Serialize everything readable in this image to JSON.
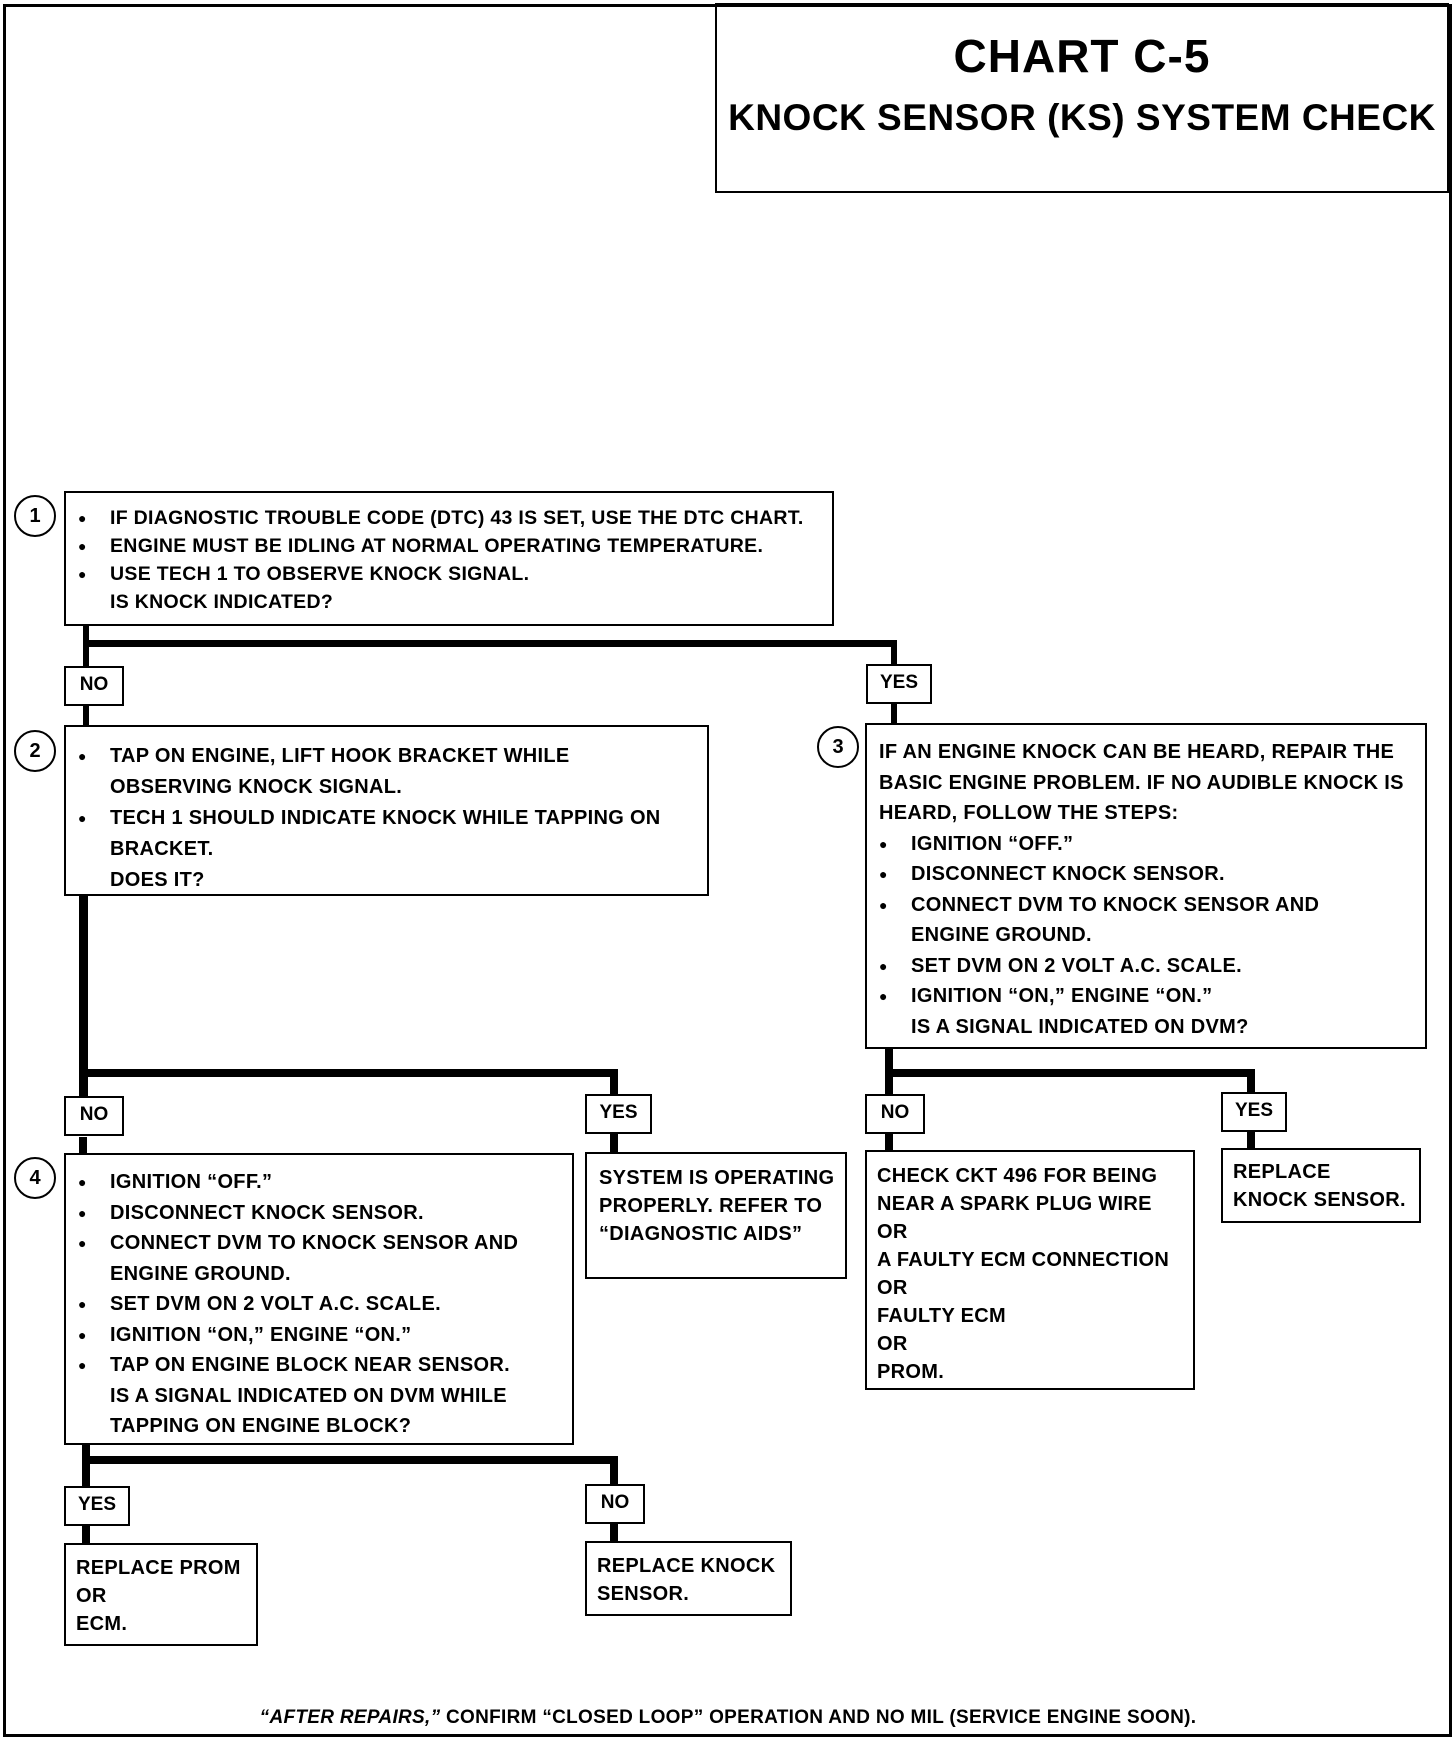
{
  "title": {
    "line1": "CHART C-5",
    "line2": "KNOCK SENSOR (KS) SYSTEM CHECK"
  },
  "steps": {
    "s1": {
      "num": "1",
      "bullets": [
        "IF DIAGNOSTIC TROUBLE CODE (DTC) 43 IS SET, USE THE DTC CHART.",
        "ENGINE MUST BE IDLING AT NORMAL OPERATING TEMPERATURE.",
        "USE TECH 1 TO OBSERVE KNOCK SIGNAL."
      ],
      "question": "IS KNOCK INDICATED?"
    },
    "s2": {
      "num": "2",
      "bullets": [
        "TAP ON ENGINE, LIFT HOOK BRACKET WHILE OBSERVING KNOCK SIGNAL.",
        "TECH 1 SHOULD INDICATE KNOCK WHILE TAPPING ON BRACKET."
      ],
      "question": "DOES IT?"
    },
    "s3": {
      "num": "3",
      "intro": "IF AN ENGINE KNOCK CAN BE HEARD, REPAIR THE BASIC ENGINE PROBLEM.  IF NO AUDIBLE KNOCK IS HEARD, FOLLOW THE STEPS:",
      "bullets": [
        "IGNITION “OFF.”",
        "DISCONNECT KNOCK SENSOR.",
        "CONNECT DVM TO KNOCK SENSOR AND ENGINE GROUND.",
        "SET DVM ON 2 VOLT A.C. SCALE.",
        "IGNITION “ON,” ENGINE “ON.”"
      ],
      "question": "IS A SIGNAL INDICATED ON DVM?"
    },
    "s4": {
      "num": "4",
      "bullets": [
        "IGNITION “OFF.”",
        "DISCONNECT KNOCK SENSOR.",
        "CONNECT DVM TO KNOCK SENSOR AND ENGINE GROUND.",
        "SET DVM ON 2 VOLT A.C. SCALE.",
        "IGNITION “ON,” ENGINE “ON.”",
        "TAP ON ENGINE BLOCK NEAR SENSOR."
      ],
      "question": "IS A SIGNAL INDICATED ON DVM WHILE TAPPING ON ENGINE BLOCK?"
    }
  },
  "labels": {
    "no": "NO",
    "yes": "YES"
  },
  "results": {
    "system_ok": "SYSTEM IS OPERATING PROPERLY.  REFER TO “DIAGNOSTIC AIDS”",
    "check_ckt": [
      "CHECK CKT 496 FOR BEING NEAR A SPARK PLUG WIRE",
      "OR",
      "A FAULTY ECM CONNECTION",
      "OR",
      "FAULTY ECM",
      "OR",
      "PROM."
    ],
    "replace_ks_top": "REPLACE KNOCK SENSOR.",
    "replace_prom": [
      "REPLACE PROM",
      "OR",
      "ECM."
    ],
    "replace_ks_bottom": "REPLACE KNOCK SENSOR."
  },
  "footer": {
    "italic": "“AFTER REPAIRS,”",
    "rest": " CONFIRM “CLOSED LOOP” OPERATION AND NO MIL (SERVICE ENGINE SOON)."
  }
}
